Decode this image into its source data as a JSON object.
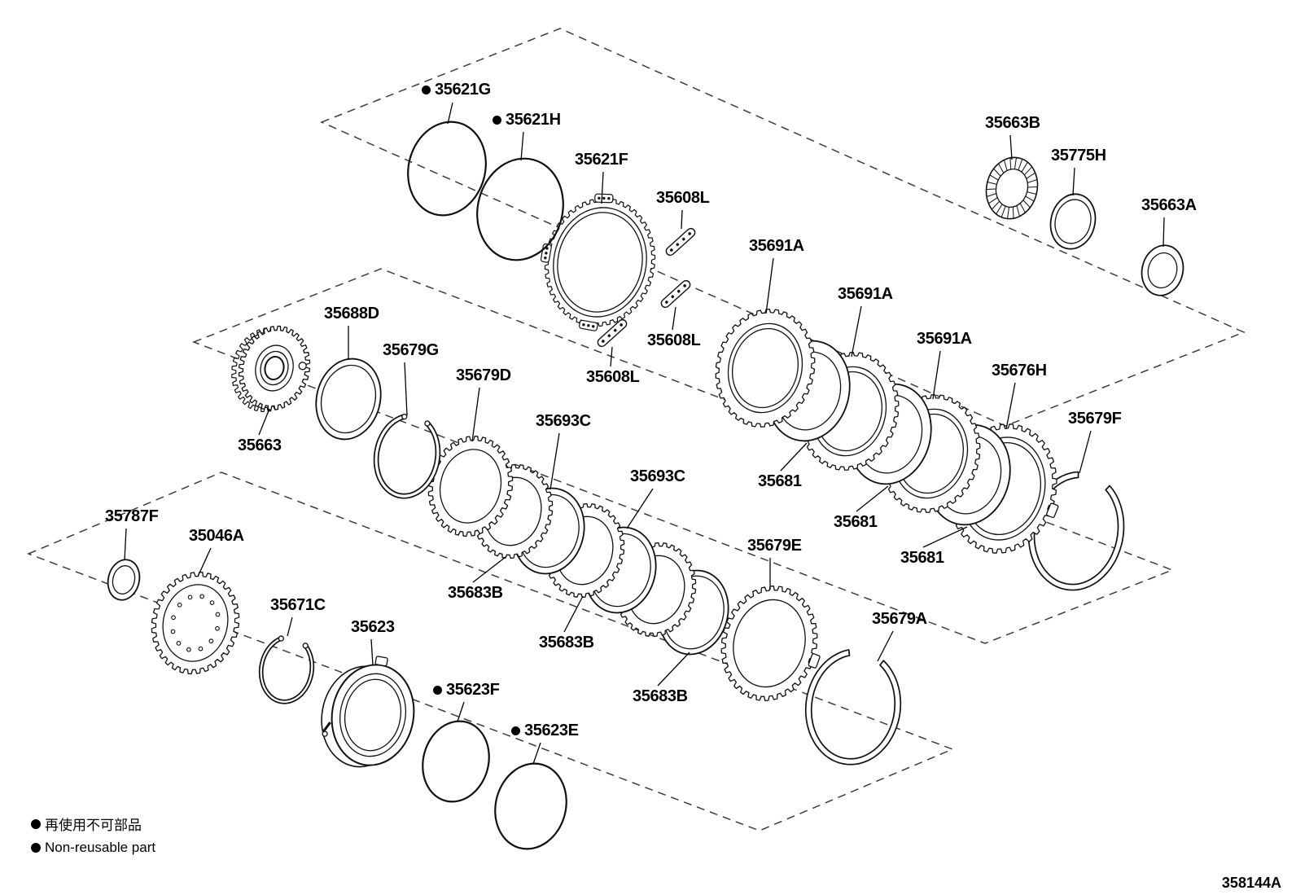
{
  "diagram": {
    "code": "358144A",
    "legend": {
      "jp": "再使用不可部品",
      "en": "Non-reusable part"
    },
    "parts": [
      {
        "id": "35621G",
        "label": "35621G",
        "non_reusable": true
      },
      {
        "id": "35621H",
        "label": "35621H",
        "non_reusable": true
      },
      {
        "id": "35621F",
        "label": "35621F"
      },
      {
        "id": "35608L-1",
        "label": "35608L"
      },
      {
        "id": "35663B",
        "label": "35663B"
      },
      {
        "id": "35775H",
        "label": "35775H"
      },
      {
        "id": "35663A",
        "label": "35663A"
      },
      {
        "id": "35691A-1",
        "label": "35691A"
      },
      {
        "id": "35691A-2",
        "label": "35691A"
      },
      {
        "id": "35691A-3",
        "label": "35691A"
      },
      {
        "id": "35676H",
        "label": "35676H"
      },
      {
        "id": "35679F",
        "label": "35679F"
      },
      {
        "id": "35688D",
        "label": "35688D"
      },
      {
        "id": "35679G",
        "label": "35679G"
      },
      {
        "id": "35679D",
        "label": "35679D"
      },
      {
        "id": "35693C-1",
        "label": "35693C"
      },
      {
        "id": "35608L-2",
        "label": "35608L"
      },
      {
        "id": "35608L-3",
        "label": "35608L"
      },
      {
        "id": "35693C-2",
        "label": "35693C"
      },
      {
        "id": "35663",
        "label": "35663"
      },
      {
        "id": "35681-1",
        "label": "35681"
      },
      {
        "id": "35681-2",
        "label": "35681"
      },
      {
        "id": "35681-3",
        "label": "35681"
      },
      {
        "id": "35787F",
        "label": "35787F"
      },
      {
        "id": "35046A",
        "label": "35046A"
      },
      {
        "id": "35671C",
        "label": "35671C"
      },
      {
        "id": "35623",
        "label": "35623"
      },
      {
        "id": "35623F",
        "label": "35623F",
        "non_reusable": true
      },
      {
        "id": "35623E",
        "label": "35623E",
        "non_reusable": true
      },
      {
        "id": "35683B-1",
        "label": "35683B"
      },
      {
        "id": "35683B-2",
        "label": "35683B"
      },
      {
        "id": "35683B-3",
        "label": "35683B"
      },
      {
        "id": "35679E",
        "label": "35679E"
      },
      {
        "id": "35679A",
        "label": "35679A"
      }
    ]
  }
}
